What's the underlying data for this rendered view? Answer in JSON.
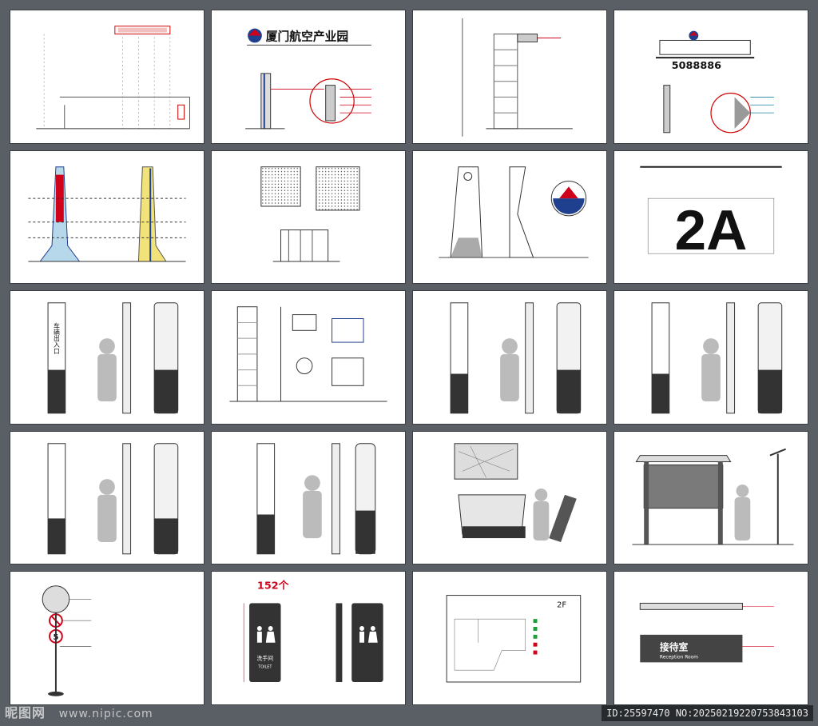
{
  "sheets": {
    "s2_title": "厦门航空产业园",
    "s4_phone": "5088886",
    "s8_code": "2A",
    "s16_caption": "",
    "s18_count": "152个",
    "s18_wc": "洗手间",
    "s18_wc_en": "TOILET",
    "s19_floor": "2F",
    "s20_title": "接待室",
    "s20_title_en": "Reception Room",
    "s17_sign_number": "5",
    "s9_entrance": "车辆出入口"
  },
  "watermark": {
    "brand": "昵图网",
    "site": "www.nipic.com",
    "id_text": "ID:25597470 NO:20250219220753843103"
  },
  "colors": {
    "background": "#5a5f66",
    "accent_red": "#d0021b",
    "accent_blue": "#1f3f8f"
  }
}
